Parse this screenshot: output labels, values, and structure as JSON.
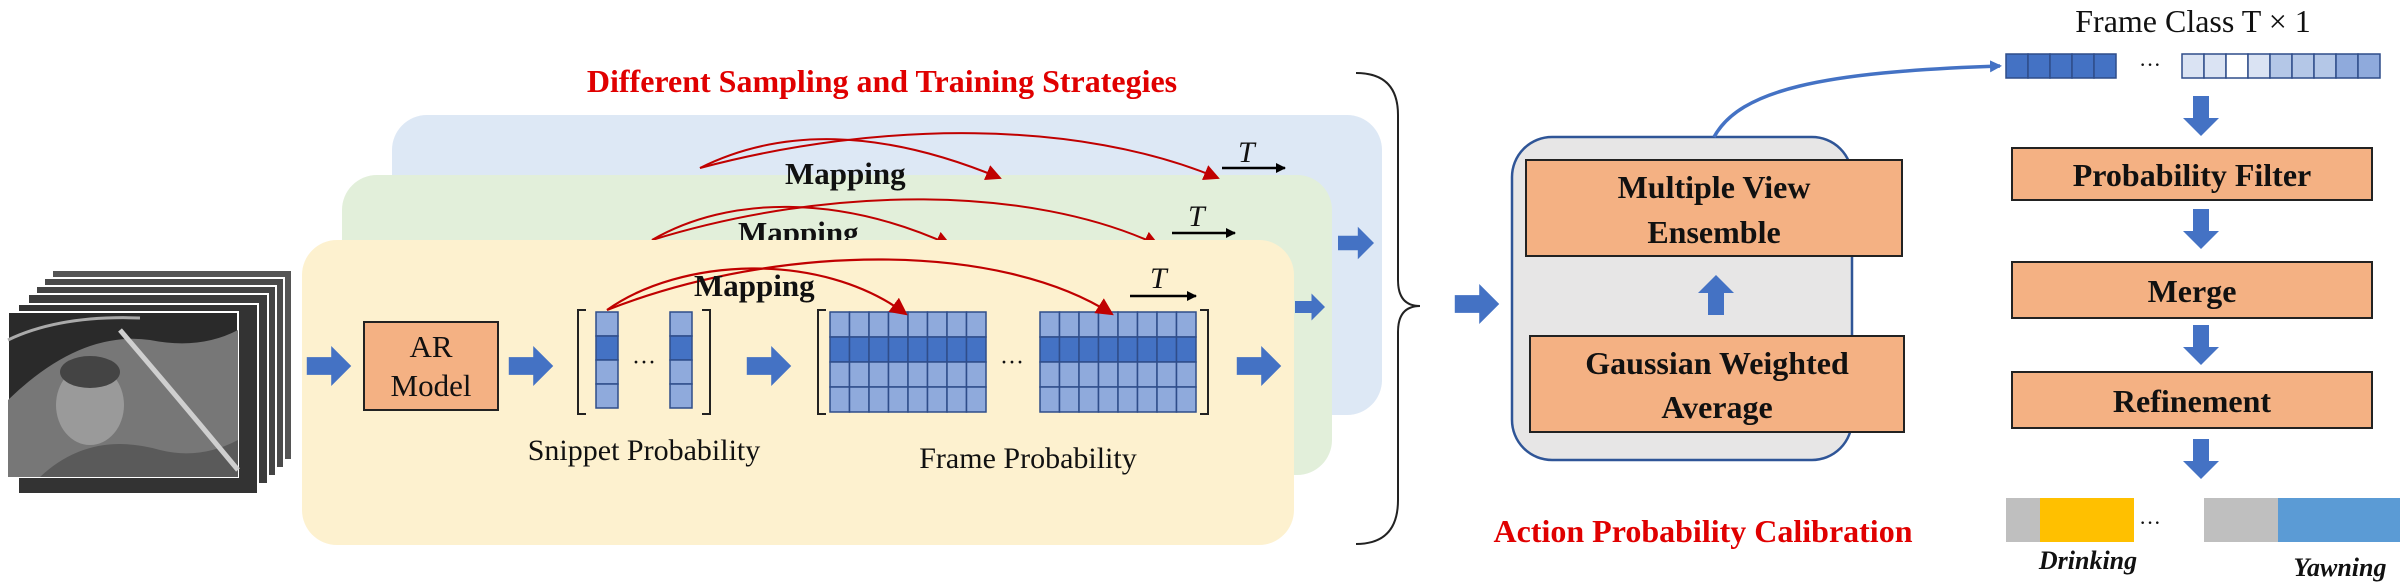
{
  "title": "Different Sampling and Training Strategies",
  "pipeline": {
    "mapping_label": "Mapping",
    "time_label": "T",
    "ar_model_line1": "AR",
    "ar_model_line2": "Model",
    "snippet_label": "Snippet Probability",
    "frame_label": "Frame Probability",
    "ellipsis": "···"
  },
  "calibration": {
    "title": "Action Probability Calibration",
    "ensemble_line1": "Multiple View",
    "ensemble_line2": "Ensemble",
    "gaussian_line1": "Gaussian Weighted",
    "gaussian_line2": "Average"
  },
  "postprocess": {
    "frame_class_label": "Frame Class T × 1",
    "steps": [
      "Probability Filter",
      "Merge",
      "Refinement"
    ],
    "result_labels": [
      "Drinking",
      "Yawning"
    ]
  },
  "colors": {
    "title_red": "#e00000",
    "panel_blue": "#dde8f5",
    "panel_green": "#e2efda",
    "panel_yellow": "#fdf1cf",
    "box_orange": "#f4b183",
    "arrow_blue": "#4472c4",
    "cell_dark": "#4472c4",
    "cell_light": "#8faadc",
    "seg_gray": "#bfbfbf",
    "seg_yellow": "#ffc000",
    "seg_blue": "#5b9bd5"
  }
}
